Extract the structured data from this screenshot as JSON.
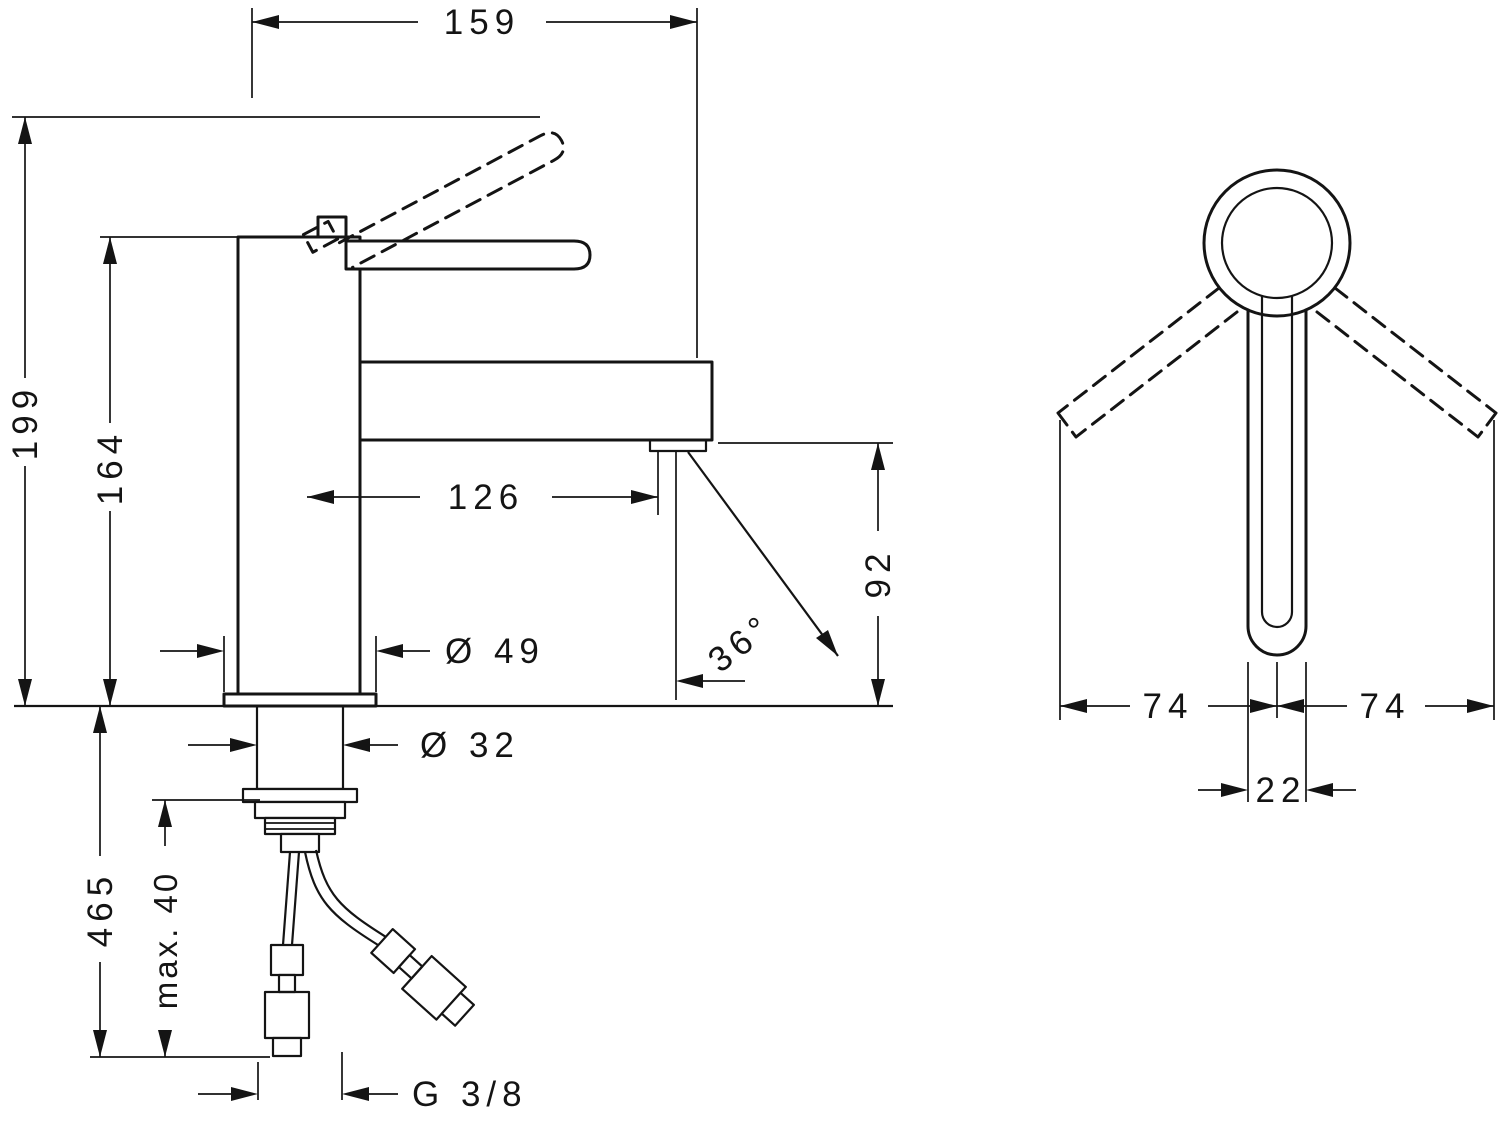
{
  "colors": {
    "ink": "#141414",
    "background": "#ffffff"
  },
  "side_view": {
    "dim_depth": "159",
    "dim_height_total": "199",
    "dim_height_body": "164",
    "dim_reach": "126",
    "dim_spout_height": "92",
    "dim_jet_angle": "36°",
    "dim_base_diameter": "Ø 49",
    "dim_shank_diameter": "Ø 32",
    "dim_hose_length": "465",
    "dim_max_deck": "max. 40",
    "dim_thread": "G 3/8"
  },
  "front_view": {
    "dim_swing_left": "74",
    "dim_swing_right": "74",
    "dim_body_width": "22"
  }
}
